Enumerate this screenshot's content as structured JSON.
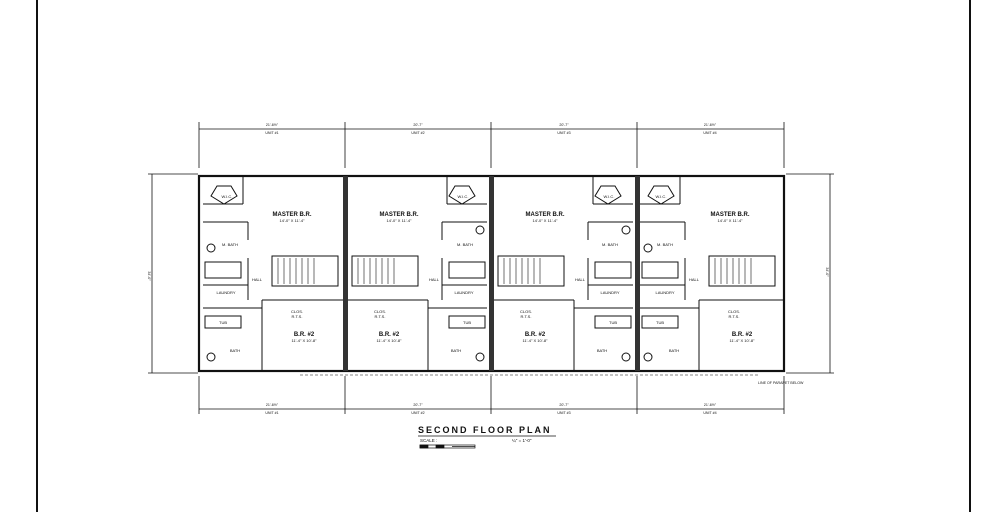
{
  "plan": {
    "title": "SECOND FLOOR PLAN",
    "scale_label": "SCALE :",
    "scale_value": "¼\" = 1'-0\"",
    "note_bottom_right": "LINE OF PARAPET BELOW"
  },
  "dimensions": {
    "unit_widths": [
      "21'-6½\"",
      "20'-7\"",
      "20'-7\"",
      "21'-6½\""
    ],
    "unit_names": [
      "UNIT #1",
      "UNIT #2",
      "UNIT #3",
      "UNIT #4"
    ],
    "depth": "34'-0\""
  },
  "rooms": {
    "master": "MASTER B.R.",
    "master_size": "14'-0\" X 11'-4\"",
    "br2": "B.R. #2",
    "br2_size": "11'-4\" X 10'-8\"",
    "wic": "W.I.C.",
    "mbath": "M. BATH",
    "hall": "HALL",
    "laundry": "LAUNDRY",
    "closet": "CLOS.",
    "closet_sub": "R.T.S.",
    "bath": "BATH",
    "tub": "TUB"
  }
}
